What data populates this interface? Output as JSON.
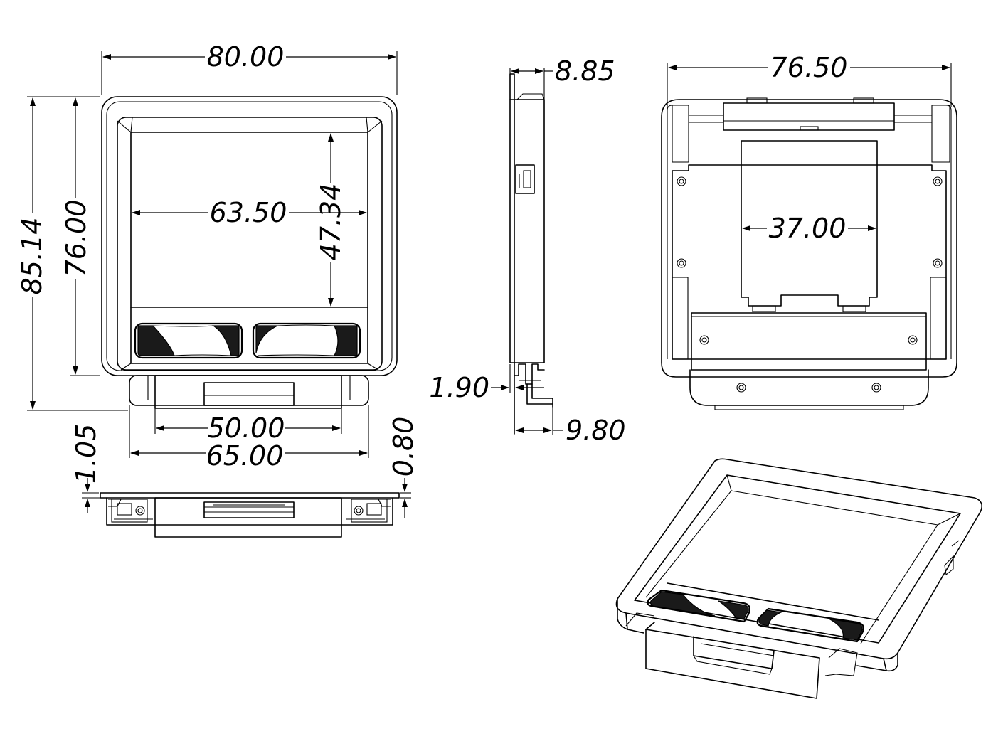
{
  "dimensions": {
    "front_width": "80.00",
    "front_height_total": "85.14",
    "front_height_frame": "76.00",
    "pad_width": "63.50",
    "pad_height": "47.34",
    "connector_inner_width": "50.00",
    "connector_outer_width": "65.00",
    "bottom_left_offset": "1.05",
    "bottom_right_offset": "0.80",
    "side_depth_top": "8.85",
    "side_offset": "1.90",
    "side_depth_bottom": "9.80",
    "back_width": "76.50",
    "back_inner_width": "37.00"
  }
}
